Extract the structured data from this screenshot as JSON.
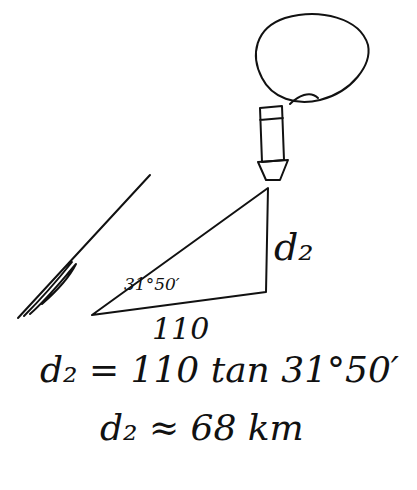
{
  "diagram": {
    "labels": [
      "d₂",
      "31°50′",
      "110",
      "d₂ = 110 tan 31°50′",
      "d₂ ≈ 68 km"
    ]
  }
}
